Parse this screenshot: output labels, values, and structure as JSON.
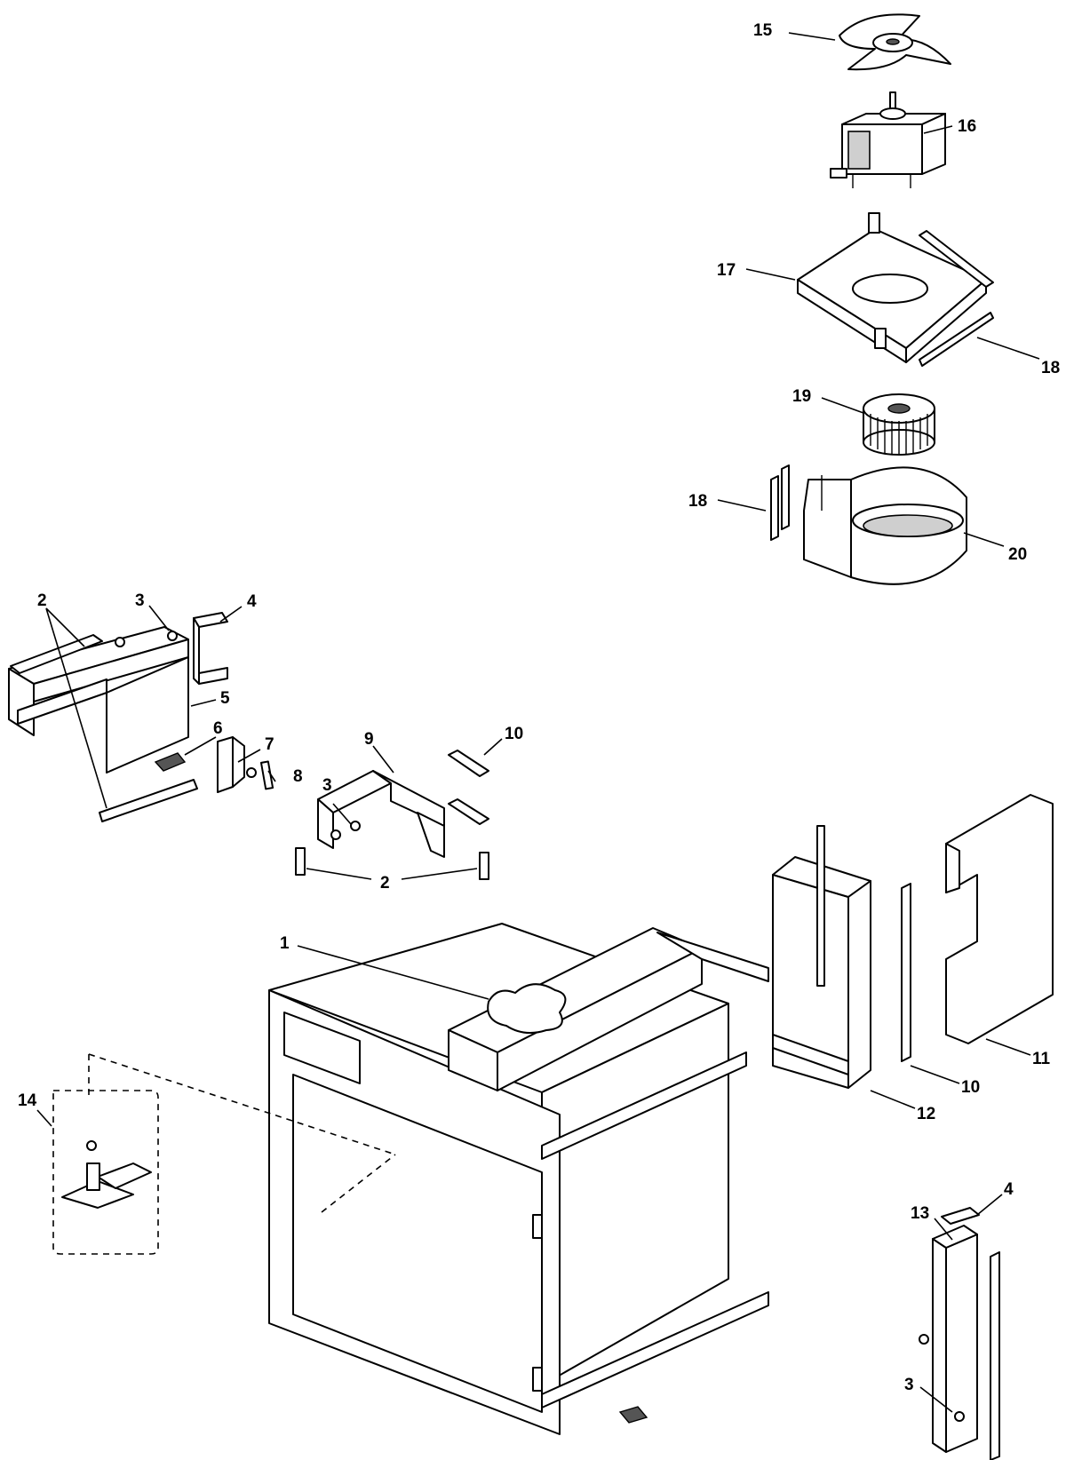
{
  "diagram": {
    "callouts": [
      {
        "id": "c15",
        "text": "15"
      },
      {
        "id": "c16",
        "text": "16"
      },
      {
        "id": "c17",
        "text": "17"
      },
      {
        "id": "c18a",
        "text": "18"
      },
      {
        "id": "c19",
        "text": "19"
      },
      {
        "id": "c18b",
        "text": "18"
      },
      {
        "id": "c20",
        "text": "20"
      },
      {
        "id": "c3a",
        "text": "3"
      },
      {
        "id": "c4a",
        "text": "4"
      },
      {
        "id": "c2a",
        "text": "2"
      },
      {
        "id": "c5",
        "text": "5"
      },
      {
        "id": "c6",
        "text": "6"
      },
      {
        "id": "c7",
        "text": "7"
      },
      {
        "id": "c8",
        "text": "8"
      },
      {
        "id": "c9",
        "text": "9"
      },
      {
        "id": "c10a",
        "text": "10"
      },
      {
        "id": "c3b",
        "text": "3"
      },
      {
        "id": "c2b",
        "text": "2"
      },
      {
        "id": "c1",
        "text": "1"
      },
      {
        "id": "c11",
        "text": "11"
      },
      {
        "id": "c10b",
        "text": "10"
      },
      {
        "id": "c12",
        "text": "12"
      },
      {
        "id": "c14",
        "text": "14"
      },
      {
        "id": "c4b",
        "text": "4"
      },
      {
        "id": "c13",
        "text": "13"
      },
      {
        "id": "c3c",
        "text": "3"
      }
    ]
  }
}
